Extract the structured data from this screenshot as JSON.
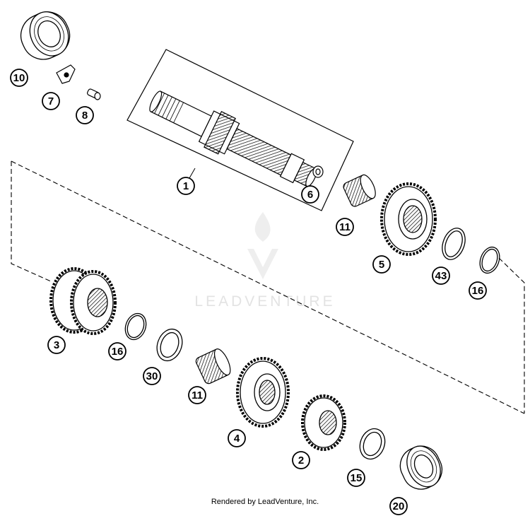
{
  "watermark": {
    "text": "LEADVENTURE"
  },
  "credit": "Rendered by LeadVenture, Inc.",
  "callouts": {
    "c1": "1",
    "c2": "2",
    "c3": "3",
    "c4": "4",
    "c5": "5",
    "c6": "6",
    "c7": "7",
    "c8": "8",
    "c10": "10",
    "c11a": "11",
    "c11b": "11",
    "c15": "15",
    "c16a": "16",
    "c16b": "16",
    "c20": "20",
    "c30": "30",
    "c43": "43"
  },
  "colors": {
    "line": "#000000",
    "watermark": "#e3e3e3",
    "background": "#ffffff"
  }
}
